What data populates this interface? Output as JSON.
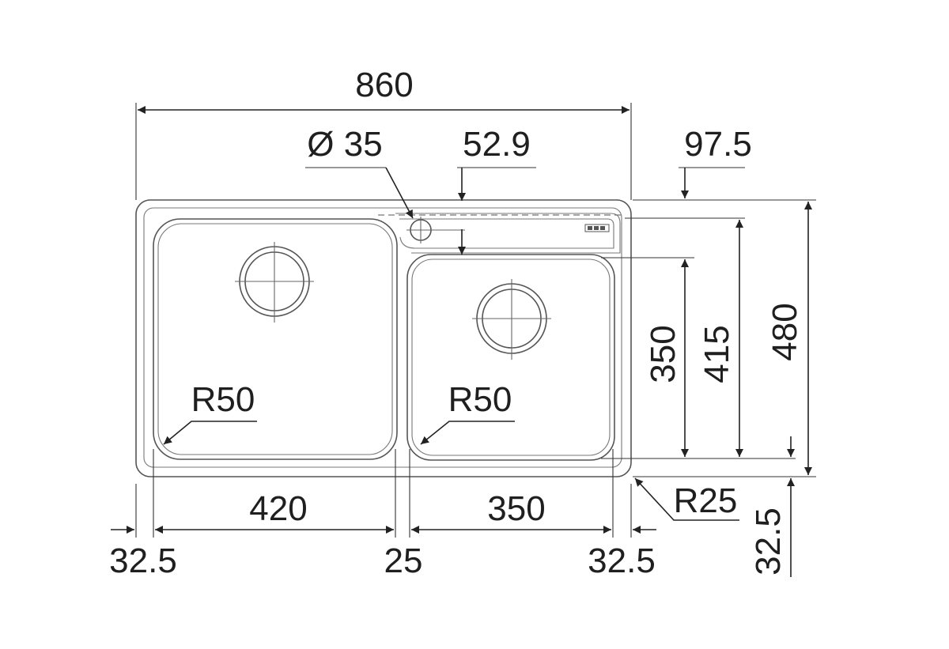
{
  "dimensions": {
    "overall_width": "860",
    "tap_hole_diameter": "Ø 35",
    "tap_hole_offset": "52.9",
    "flange_offset": "97.5",
    "bowl_depth_small": "350",
    "bowl_depth_large": "415",
    "overall_depth": "480",
    "left_bowl_radius": "R50",
    "right_bowl_radius": "R50",
    "corner_radius": "R25",
    "left_bowl_width": "420",
    "right_bowl_width": "350",
    "left_margin": "32.5",
    "divider_width": "25",
    "right_margin": "32.5",
    "bottom_margin": "32.5"
  },
  "colors": {
    "line": "#222222",
    "outline": "#555555",
    "background": "#ffffff"
  }
}
